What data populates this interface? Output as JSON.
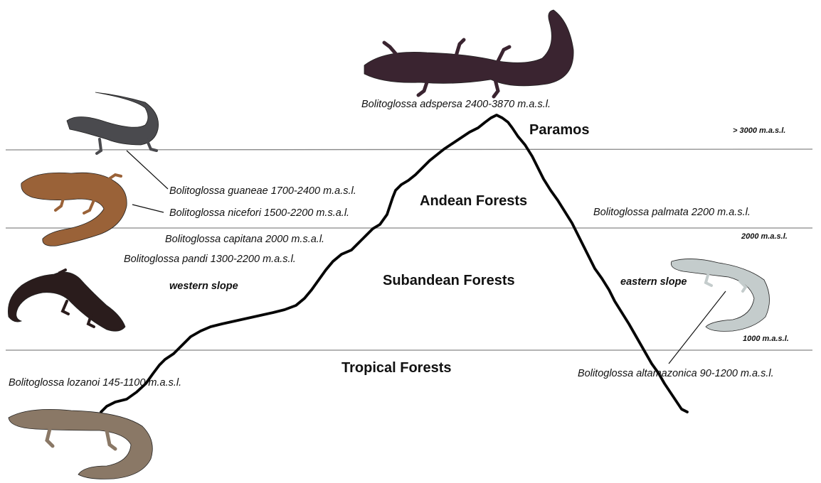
{
  "zones": {
    "paramos": "Paramos",
    "andean": "Andean Forests",
    "subandean": "Subandean Forests",
    "tropical": "Tropical Forests"
  },
  "elevations": {
    "above_3000": "> 3000 m.a.s.l.",
    "e2000": "2000 m.a.s.l.",
    "e1000": "1000 m.a.s.l."
  },
  "slopes": {
    "western": "western slope",
    "eastern": "eastern slope"
  },
  "species": {
    "adspersa": "Bolitoglossa adspersa 2400-3870 m.a.s.l.",
    "guaneae": "Bolitoglossa guaneae 1700-2400 m.a.s.l.",
    "nicefori": "Bolitoglossa nicefori 1500-2200 m.s.a.l.",
    "capitana": "Bolitoglossa capitana 2000 m.s.a.l.",
    "pandi": "Bolitoglossa pandi 1300-2200 m.a.s.l.",
    "palmata": "Bolitoglossa palmata 2200 m.a.s.l.",
    "altamazonica": "Bolitoglossa altamazonica 90-1200 m.a.s.l.",
    "lozanoi": "Bolitoglossa lozanoi 145-1100 m.a.s.l."
  },
  "colors": {
    "adspersa": "#3a2430",
    "guaneae": "#4a4a4e",
    "nicefori": "#9a6238",
    "pandi": "#2a1c1c",
    "altamazonica": "#c4cccc",
    "lozanoi": "#8a7866"
  }
}
